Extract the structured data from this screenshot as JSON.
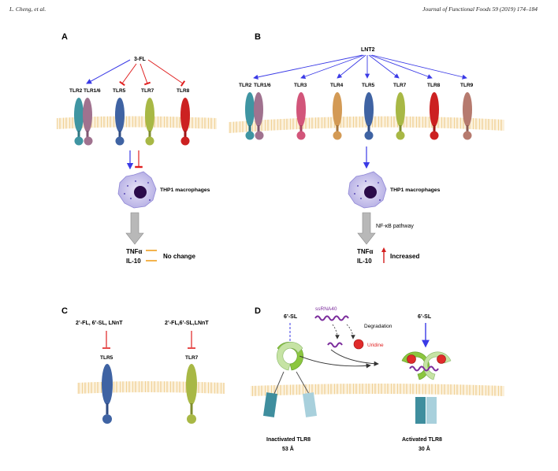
{
  "header": {
    "left": "L. Cheng, et al.",
    "right": "Journal of Functional Foods 59 (2019) 174–184"
  },
  "panelA": {
    "letter": "A",
    "ligand": "3-FL",
    "receptors": [
      "TLR2",
      "TLR1/6",
      "TLR5",
      "TLR7",
      "TLR8"
    ],
    "cell": "THP1 macrophages",
    "outputs": [
      "TNFα",
      "IL-10"
    ],
    "result": "No change"
  },
  "panelB": {
    "letter": "B",
    "ligand": "LNT2",
    "receptors": [
      "TLR2",
      "TLR1/6",
      "TLR3",
      "TLR4",
      "TLR5",
      "TLR7",
      "TLR8",
      "TLR9"
    ],
    "cell": "THP1 macrophages",
    "pathway": "NF-κB pathway",
    "outputs": [
      "TNFα",
      "IL-10"
    ],
    "result": "Increased"
  },
  "panelC": {
    "letter": "C",
    "ligand_left": "2’-FL, 6’-SL, LNnT",
    "ligand_right": "2’-FL,6’-SL,LNnT",
    "receptors": [
      "TLR5",
      "TLR7"
    ]
  },
  "panelD": {
    "letter": "D",
    "ligand_left": "6’-SL",
    "ligand_right": "6’-SL",
    "ssrna": "ssRNA40",
    "degradation": "Degradation",
    "uridine": "Uridine",
    "inactive_label": "Inactivated TLR8",
    "inactive_dist": "53 Å",
    "active_label": "Activated TLR8",
    "active_dist": "30 Å"
  },
  "colors": {
    "blue_arrow": "#3a3ae6",
    "red_inhibit": "#e02020",
    "membrane": "#f3d9a0",
    "nucleus": "#2a0a4a",
    "tlr8_green": "#8cc63f",
    "tlr8_green_light": "#c6e3a4",
    "tlr8_tm_dark": "#3f8e9e",
    "tlr8_tm_light": "#a8d0dc",
    "increase_arrow": "#d42020",
    "nochange_lines": "#f0a020",
    "rna": "#7b2c9c"
  }
}
